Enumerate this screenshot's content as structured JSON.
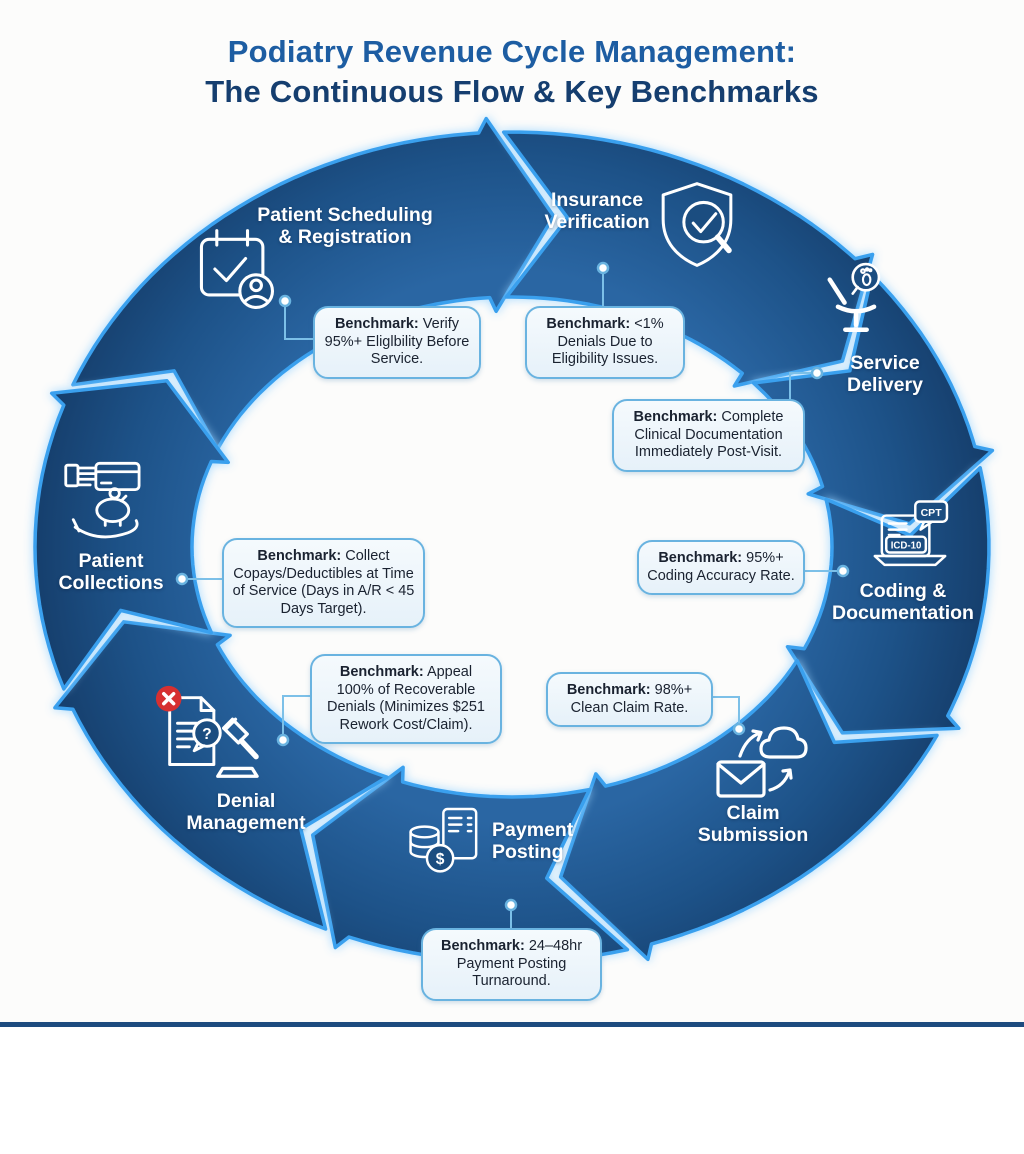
{
  "title": {
    "line1": "Podiatry Revenue Cycle Management:",
    "line2": "The Continuous Flow & Key Benchmarks"
  },
  "labels": {
    "benchmark": "Benchmark:"
  },
  "stages": [
    {
      "key": "patient-scheduling",
      "name_line1": "Patient Scheduling",
      "name_line2": "& Registration",
      "icon": "calendar-check-user-icon",
      "benchmark_text": "Verify 95%+ Eliglbility Before Service."
    },
    {
      "key": "insurance-verification",
      "name_line1": "Insurance",
      "name_line2": "Verification",
      "icon": "shield-magnifier-check-icon",
      "benchmark_text": "<1% Denials Due to Eligibility Issues."
    },
    {
      "key": "service-delivery",
      "name_line1": "Service",
      "name_line2": "Delivery",
      "icon": "podiatry-chair-foot-icon",
      "benchmark_text": "Complete Clinical Documentation Immediately Post-Visit."
    },
    {
      "key": "coding-documentation",
      "name_line1": "Coding &",
      "name_line2": "Documentation",
      "icon": "laptop-icd10-cpt-icon",
      "benchmark_text": "95%+ Coding Accuracy Rate."
    },
    {
      "key": "claim-submission",
      "name_line1": "Claim",
      "name_line2": "Submission",
      "icon": "envelope-cloud-upload-icon",
      "benchmark_text": "98%+ Clean Claim Rate."
    },
    {
      "key": "payment-posting",
      "name_line1": "Payment",
      "name_line2": "Posting",
      "icon": "coins-ledger-dollar-icon",
      "benchmark_text": "24–48hr Payment Posting Turnaround."
    },
    {
      "key": "denial-management",
      "name_line1": "Denial",
      "name_line2": "Management",
      "icon": "denied-document-gavel-icon",
      "benchmark_text": "Appeal 100% of Recoverable Denials (Minimizes $251 Rework Cost/Claim)."
    },
    {
      "key": "patient-collections",
      "name_line1": "Patient",
      "name_line2": "Collections",
      "icon": "hand-card-piggybank-icon",
      "benchmark_text": "Collect Copays/Deductibles at Time of Service (Days in A/R < 45 Days Target)."
    }
  ],
  "icon_texts": {
    "cpt": "CPT",
    "icd10": "ICD-10",
    "dollar": "$",
    "question": "?"
  },
  "colors": {
    "title_primary": "#1d5da2",
    "title_dark": "#153e6f",
    "arrow_fill_dark": "#143a66",
    "arrow_fill_mid": "#1d5288",
    "arrow_fill_light": "#2a66a3",
    "arrow_edge": "#3aa0ee",
    "box_border": "#69b3e0",
    "box_background": "#edf6fc",
    "connector": "#7cc0e8",
    "stage_label": "#ffffff",
    "benchmark_text_color": "#1a2230",
    "denial_badge_red": "#d63031",
    "footer_bar": "#1d4b7f"
  }
}
